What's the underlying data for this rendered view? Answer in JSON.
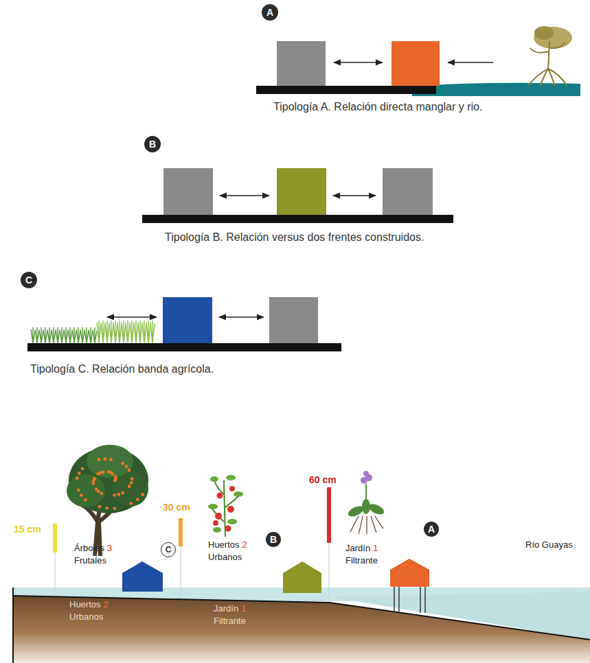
{
  "diagram": {
    "nodes": [
      {
        "text": [
          "A"
        ]
      },
      {
        "text": [
          "B"
        ]
      },
      {
        "text": [
          "C"
        ]
      },
      {
        "text": [
          "C"
        ]
      },
      {
        "text": [
          "B"
        ]
      },
      {
        "text": [
          "A"
        ]
      }
    ],
    "labels": [
      "Tipología A. Relación directa manglar y rio.",
      "Tipología B. Relación versus dos frentes construidos.",
      "Tipología C. Relación banda agrícola.",
      "15 cm",
      "30 cm",
      "60 cm",
      "Árboles",
      "3",
      "Frutales",
      "Huertos",
      "2",
      "Urbanos",
      "Jardín",
      "1",
      "Filtrante",
      "Río Guayas",
      "Huertos",
      "2",
      "Urbanos",
      "Jardín",
      "1",
      "Filtrante"
    ]
  }
}
